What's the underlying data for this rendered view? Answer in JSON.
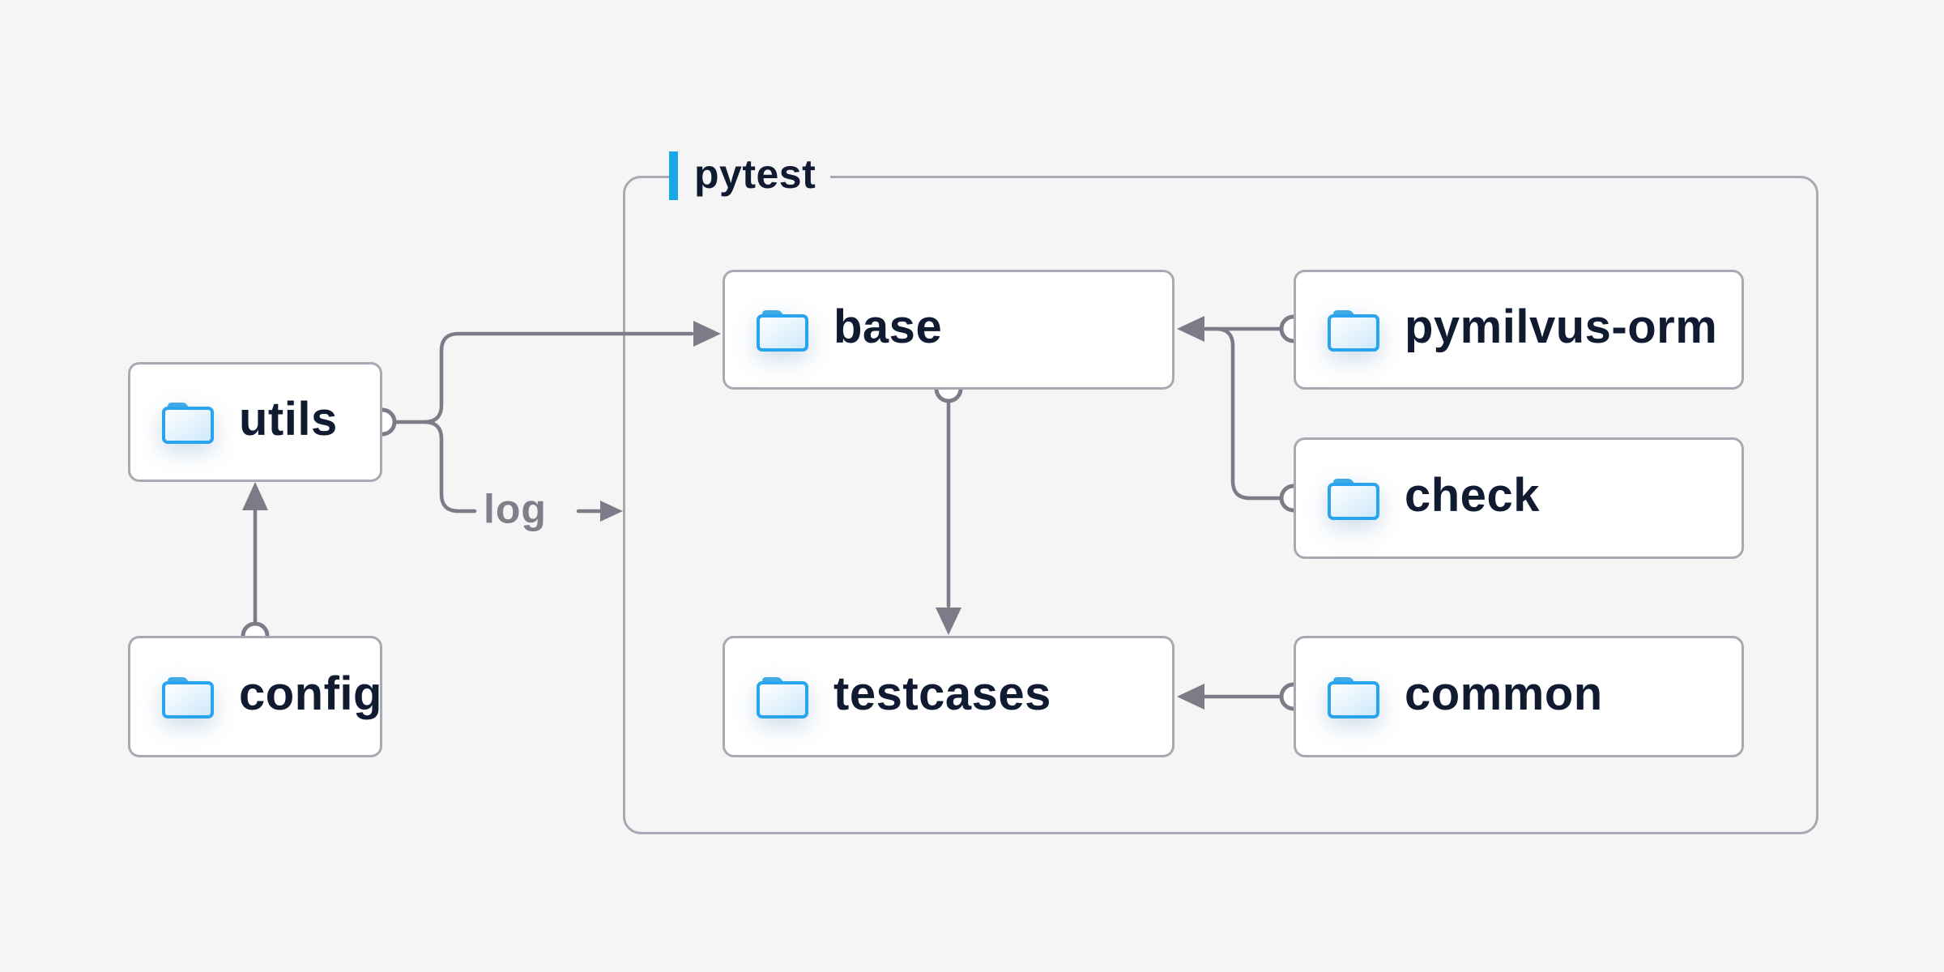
{
  "container": {
    "label": "pytest"
  },
  "nodes": {
    "utils": {
      "label": "utils",
      "icon": "folder-icon"
    },
    "config": {
      "label": "config",
      "icon": "folder-icon"
    },
    "base": {
      "label": "base",
      "icon": "folder-icon"
    },
    "pymilvus-orm": {
      "label": "pymilvus-orm",
      "icon": "folder-icon"
    },
    "check": {
      "label": "check",
      "icon": "folder-icon"
    },
    "testcases": {
      "label": "testcases",
      "icon": "folder-icon"
    },
    "common": {
      "label": "common",
      "icon": "folder-icon"
    }
  },
  "edges": [
    {
      "from": "config",
      "to": "utils",
      "label": ""
    },
    {
      "from": "utils",
      "to": "base",
      "label": ""
    },
    {
      "from": "utils",
      "to": "pytest",
      "label": "log"
    },
    {
      "from": "pymilvus-orm",
      "to": "base",
      "label": ""
    },
    {
      "from": "check",
      "to": "base",
      "label": ""
    },
    {
      "from": "base",
      "to": "testcases",
      "label": ""
    },
    {
      "from": "common",
      "to": "testcases",
      "label": ""
    }
  ],
  "colors": {
    "background": "#f5f5f6",
    "node_fill": "#ffffff",
    "node_border": "#a9a9b4",
    "container_border": "#a9a9b4",
    "connector": "#7c7c88",
    "accent_blue": "#16a9ea",
    "folder_blue": "#29a4ee",
    "text_dark": "#101a31",
    "text_muted": "#7f7f8a"
  }
}
